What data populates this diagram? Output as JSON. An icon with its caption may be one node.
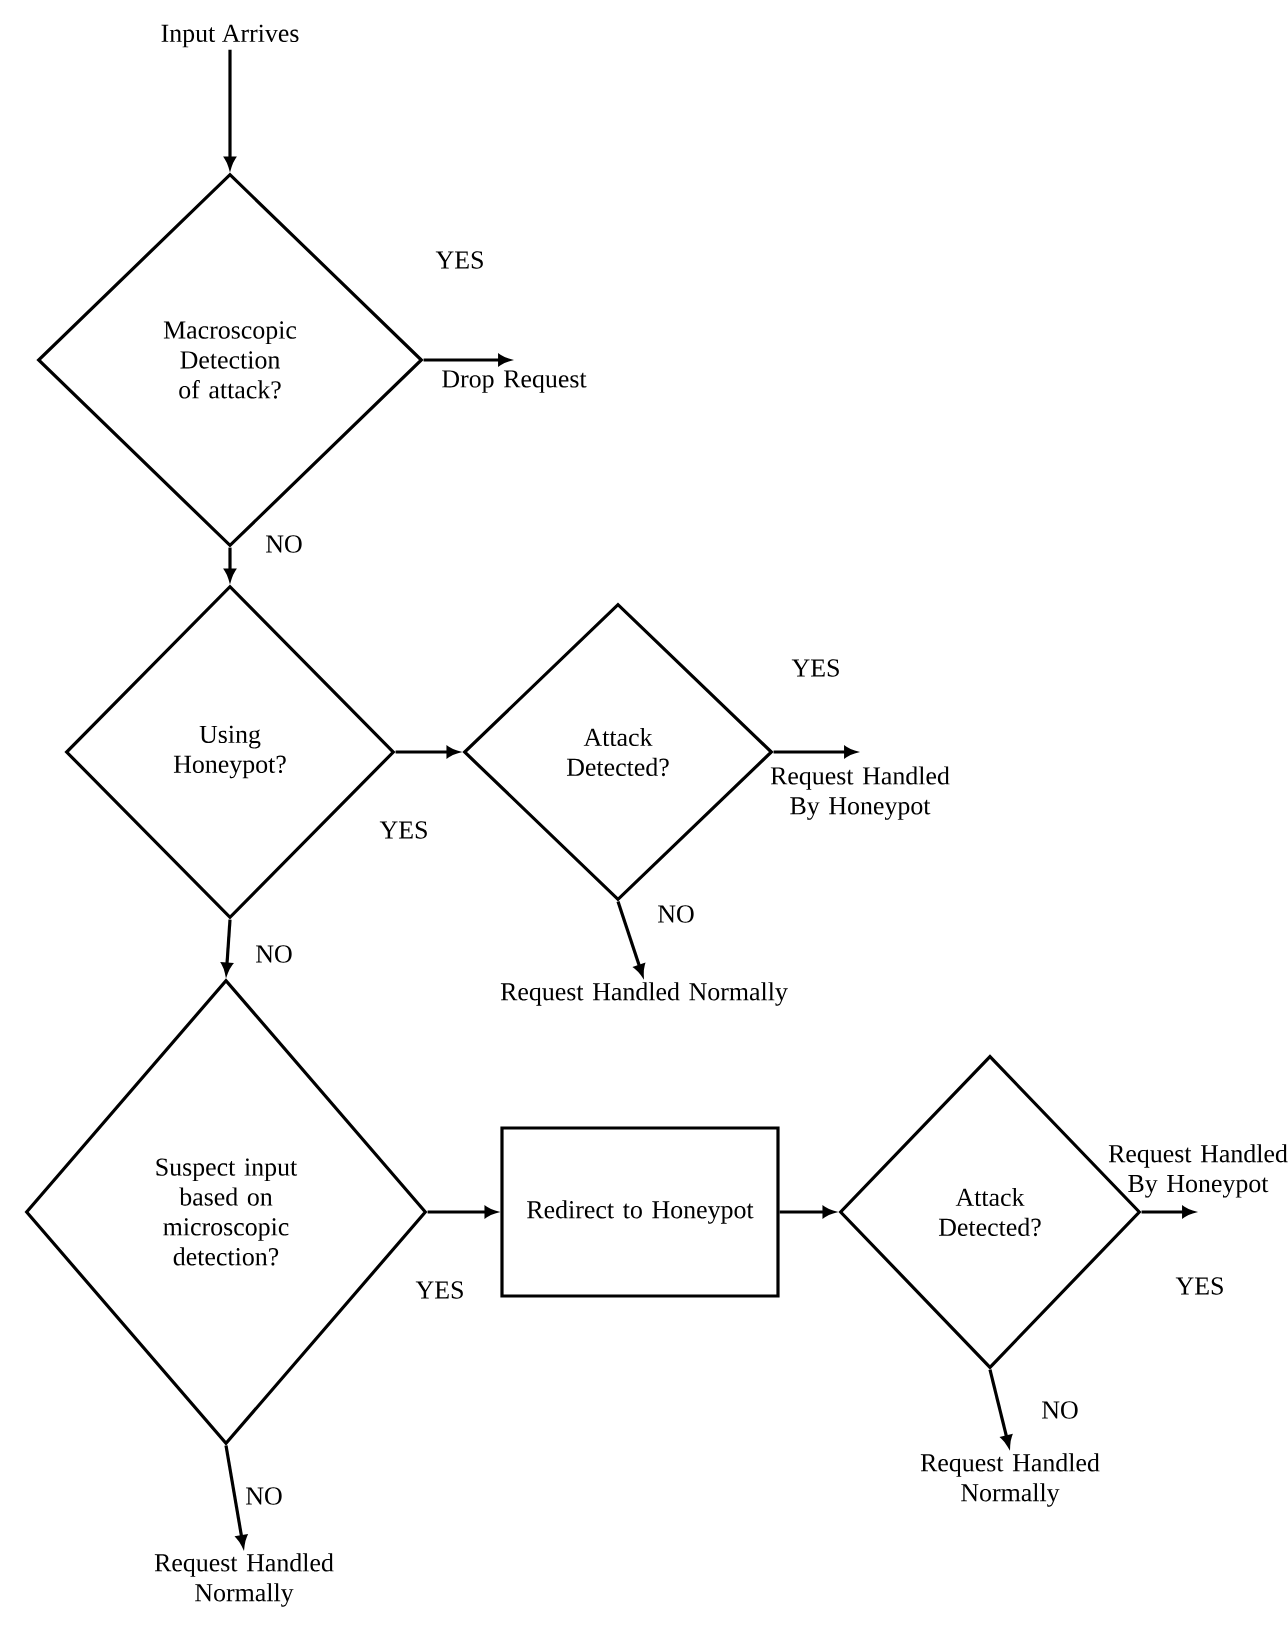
{
  "diagram": {
    "nodes": [
      {
        "text": [
          "Input Arrives"
        ]
      },
      {
        "text": [
          "Macroscopic Detection of attack?"
        ]
      },
      {
        "text": [
          "Drop Request"
        ]
      },
      {
        "text": [
          "Using Honeypot?"
        ]
      },
      {
        "text": [
          "Attack Detected?"
        ]
      },
      {
        "text": [
          "Request Handled By Honeypot"
        ]
      },
      {
        "text": [
          "Request Handled Normally"
        ]
      },
      {
        "text": [
          "Suspect input based on microscopic detection?"
        ]
      },
      {
        "text": [
          "Redirect to Honeypot"
        ]
      },
      {
        "text": [
          "Attack Detected?"
        ]
      },
      {
        "text": [
          "Request Handled By Honeypot"
        ]
      },
      {
        "text": [
          "Request Handled Normally"
        ]
      },
      {
        "text": [
          "Request Handled Normally"
        ]
      }
    ],
    "edges": [
      {
        "from": 0,
        "to": 1,
        "arrow": "to"
      },
      {
        "from": 1,
        "to": 2,
        "arrow": "to",
        "label": "YES"
      },
      {
        "from": 1,
        "to": 3,
        "arrow": "to",
        "label": "NO"
      },
      {
        "from": 3,
        "to": 4,
        "arrow": "to",
        "label": "YES"
      },
      {
        "from": 4,
        "to": 5,
        "arrow": "to",
        "label": "YES"
      },
      {
        "from": 4,
        "to": 6,
        "arrow": "to",
        "label": "NO"
      },
      {
        "from": 3,
        "to": 7,
        "arrow": "to",
        "label": "NO"
      },
      {
        "from": 7,
        "to": 8,
        "arrow": "to",
        "label": "YES"
      },
      {
        "from": 8,
        "to": 9,
        "arrow": "to"
      },
      {
        "from": 9,
        "to": 10,
        "arrow": "to",
        "label": "YES"
      },
      {
        "from": 9,
        "to": 11,
        "arrow": "to",
        "label": "NO"
      },
      {
        "from": 7,
        "to": 12,
        "arrow": "to",
        "label": "NO"
      }
    ]
  }
}
